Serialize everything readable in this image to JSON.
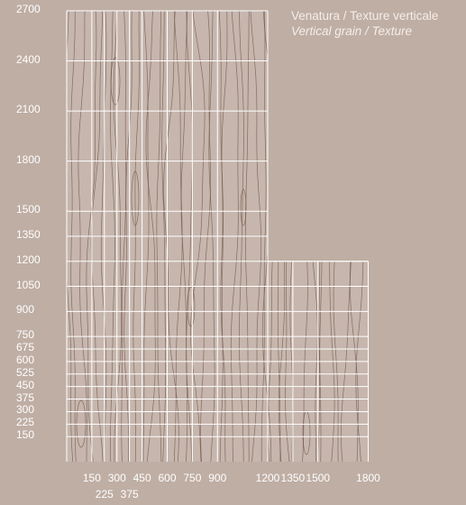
{
  "legend": {
    "line1": "Venatura / Texture verticale",
    "line2": "Vertical grain / Texture"
  },
  "colors": {
    "background": "#bfaea4",
    "panel": "#c6b6ad",
    "grid": "#ffffff",
    "grain": "#6e5144",
    "text": "#ffffff"
  },
  "y_axis": {
    "ticks": [
      "2700",
      "2400",
      "2100",
      "1800",
      "1500",
      "1350",
      "1200",
      "1050",
      "900",
      "750",
      "675",
      "600",
      "525",
      "450",
      "375",
      "300",
      "225",
      "150"
    ]
  },
  "x_axis": {
    "ticks_row1": [
      "150",
      "300",
      "450",
      "600",
      "750",
      "900",
      "1200",
      "1350",
      "1500",
      "1800"
    ],
    "ticks_row2": [
      "225",
      "375"
    ]
  },
  "panel": {
    "full_height_width_mm": 1200,
    "full_height_mm": 2700,
    "extended_width_mm": 1800,
    "extended_height_mm": 1200
  }
}
